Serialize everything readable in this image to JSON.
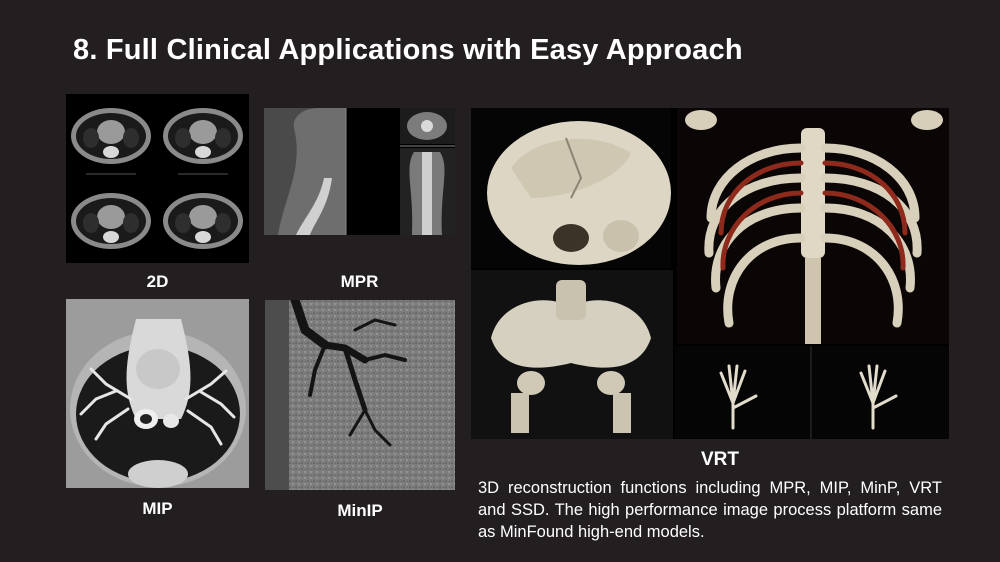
{
  "slide": {
    "title": "8. Full Clinical Applications with Easy Approach",
    "colors": {
      "background": "#231f20",
      "text": "#ffffff"
    }
  },
  "panels": {
    "twod": {
      "label": "2D",
      "image": "ct-axial-chest-2x2-grid"
    },
    "mpr": {
      "label": "MPR",
      "image": "mpr-sagittal-coronal-views"
    },
    "mip": {
      "label": "MIP",
      "image": "mip-chest-vessels"
    },
    "minip": {
      "label": "MinIP",
      "image": "minip-airways"
    },
    "vrt": {
      "label": "VRT",
      "images": [
        "vrt-skull",
        "vrt-ribcage",
        "vrt-pelvis",
        "vrt-hands"
      ]
    }
  },
  "description": "3D reconstruction functions including MPR, MIP, MinP, VRT and SSD. The high performance image process platform same as MinFound high-end models."
}
